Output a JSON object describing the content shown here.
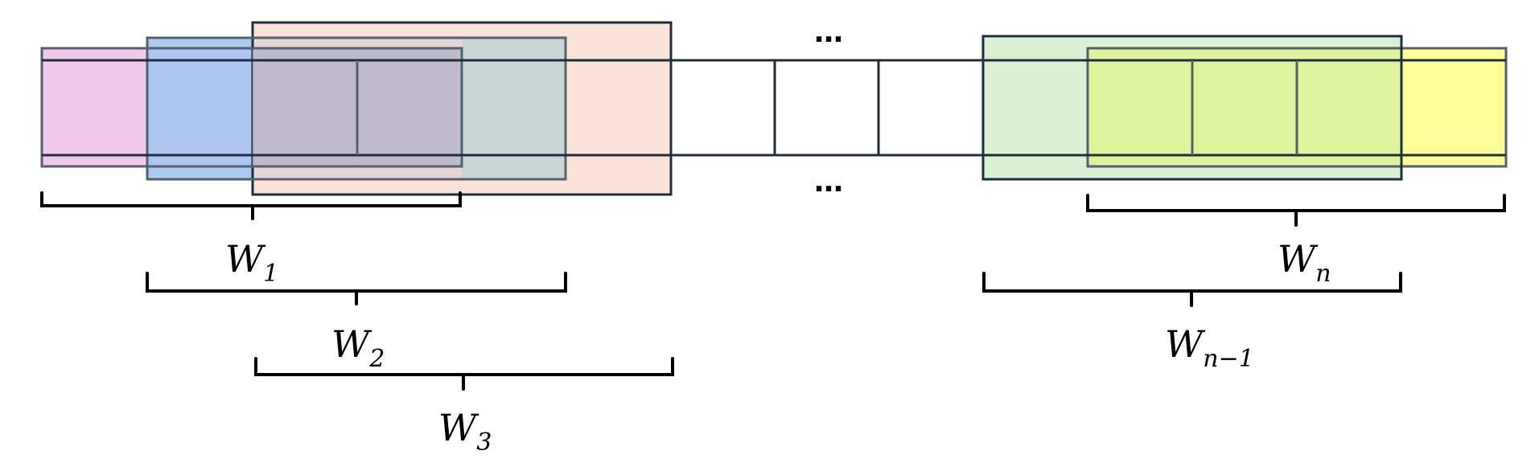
{
  "ellipsis": "…",
  "windows": [
    {
      "name": "W1",
      "letter": "W",
      "sub": "1",
      "color": "#e7a3df"
    },
    {
      "name": "W2",
      "letter": "W",
      "sub": "2",
      "color": "#6fa7ec"
    },
    {
      "name": "W3",
      "letter": "W",
      "sub": "3",
      "color": "#f6ccbd"
    },
    {
      "name": "Wn-1",
      "letter": "W",
      "sub": "n−1",
      "color": "#c9ebbf"
    },
    {
      "name": "Wn",
      "letter": "W",
      "sub": "n",
      "color": "#ffff66"
    }
  ],
  "colors": {
    "stroke": "#1d2f3f",
    "overlay_green": "#c7efa0"
  }
}
